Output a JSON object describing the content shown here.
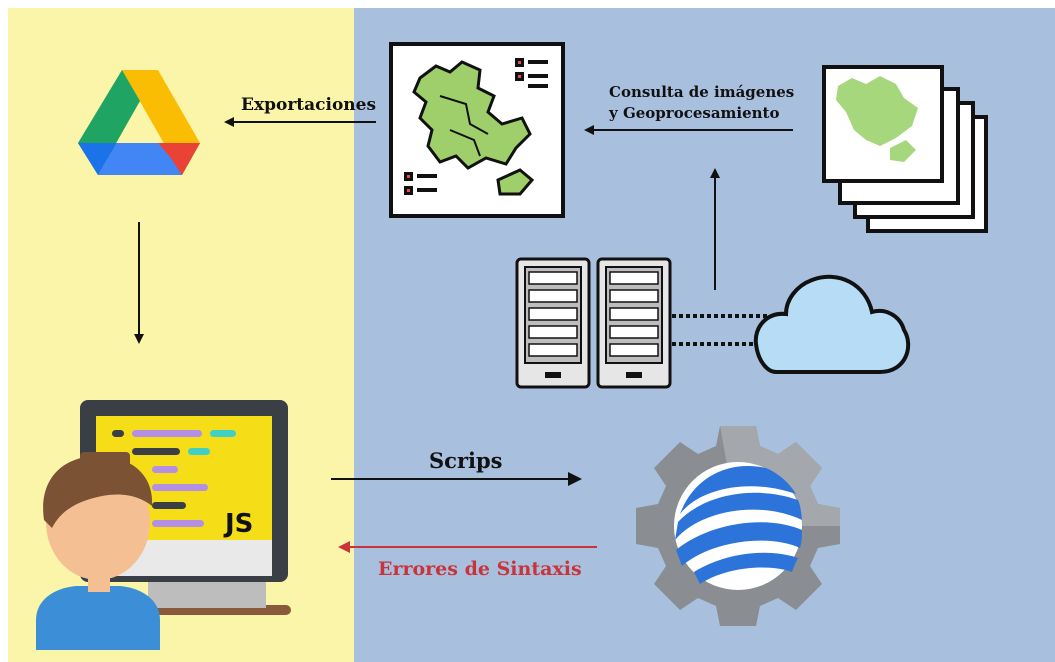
{
  "labels": {
    "exports": "Exportaciones",
    "query_line1": "Consulta de imágenes",
    "query_line2": "y Geoprocesamiento",
    "scripts": "Scrips",
    "syntax_errors": "Errores de Sintaxis",
    "js_badge": "JS"
  },
  "colors": {
    "left_panel": "#faf5a9",
    "right_panel": "#a8c0de",
    "error_text": "#c8343a",
    "arrow": "#111111"
  },
  "icons": {
    "drive": "google-drive-icon",
    "map": "map-document-icon",
    "images": "satellite-image-stack-icon",
    "servers": "server-rack-icon",
    "cloud": "cloud-icon",
    "engine": "google-earth-engine-icon",
    "developer": "developer-at-computer-icon"
  }
}
